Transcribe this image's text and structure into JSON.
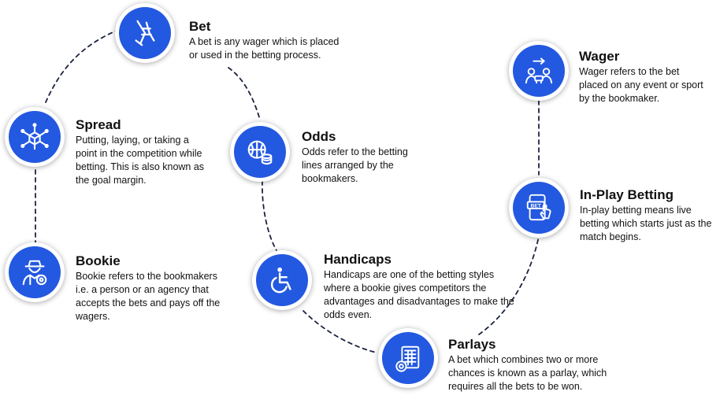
{
  "colors": {
    "accent": "#2358e0",
    "connector": "#1c2340",
    "text": "#111111"
  },
  "terms": [
    {
      "id": "bet",
      "icon": "handshake-icon",
      "title": "Bet",
      "desc": "A bet is any wager which is placed or used in the betting process."
    },
    {
      "id": "spread",
      "icon": "network-cube-icon",
      "title": "Spread",
      "desc": "Putting, laying, or taking a point in the competition while betting. This is also known as the goal margin."
    },
    {
      "id": "bookie",
      "icon": "bookie-agent-icon",
      "title": "Bookie",
      "desc": "Bookie refers to the bookmakers i.e. a person or an agency that accepts the bets and pays off the wagers."
    },
    {
      "id": "odds",
      "icon": "ball-and-coins-icon",
      "title": "Odds",
      "desc": "Odds refer to the betting lines arranged by the bookmakers."
    },
    {
      "id": "handicaps",
      "icon": "wheelchair-icon",
      "title": "Handicaps",
      "desc": "Handicaps are one of the betting styles where a bookie gives competitors the advantages and disadvantages to make the odds even."
    },
    {
      "id": "parlays",
      "icon": "ticket-chip-icon",
      "title": "Parlays",
      "desc": "A bet which combines two or more chances is known as a parlay, which requires all the bets to be won."
    },
    {
      "id": "inplay",
      "icon": "mobile-bet-icon",
      "title": "In-Play Betting",
      "desc": "In-play betting means live betting which starts just as the match begins.",
      "icon_label": "BET"
    },
    {
      "id": "wager",
      "icon": "money-exchange-icon",
      "title": "Wager",
      "desc": "Wager refers to the bet placed on any event or sport by the bookmaker."
    }
  ]
}
